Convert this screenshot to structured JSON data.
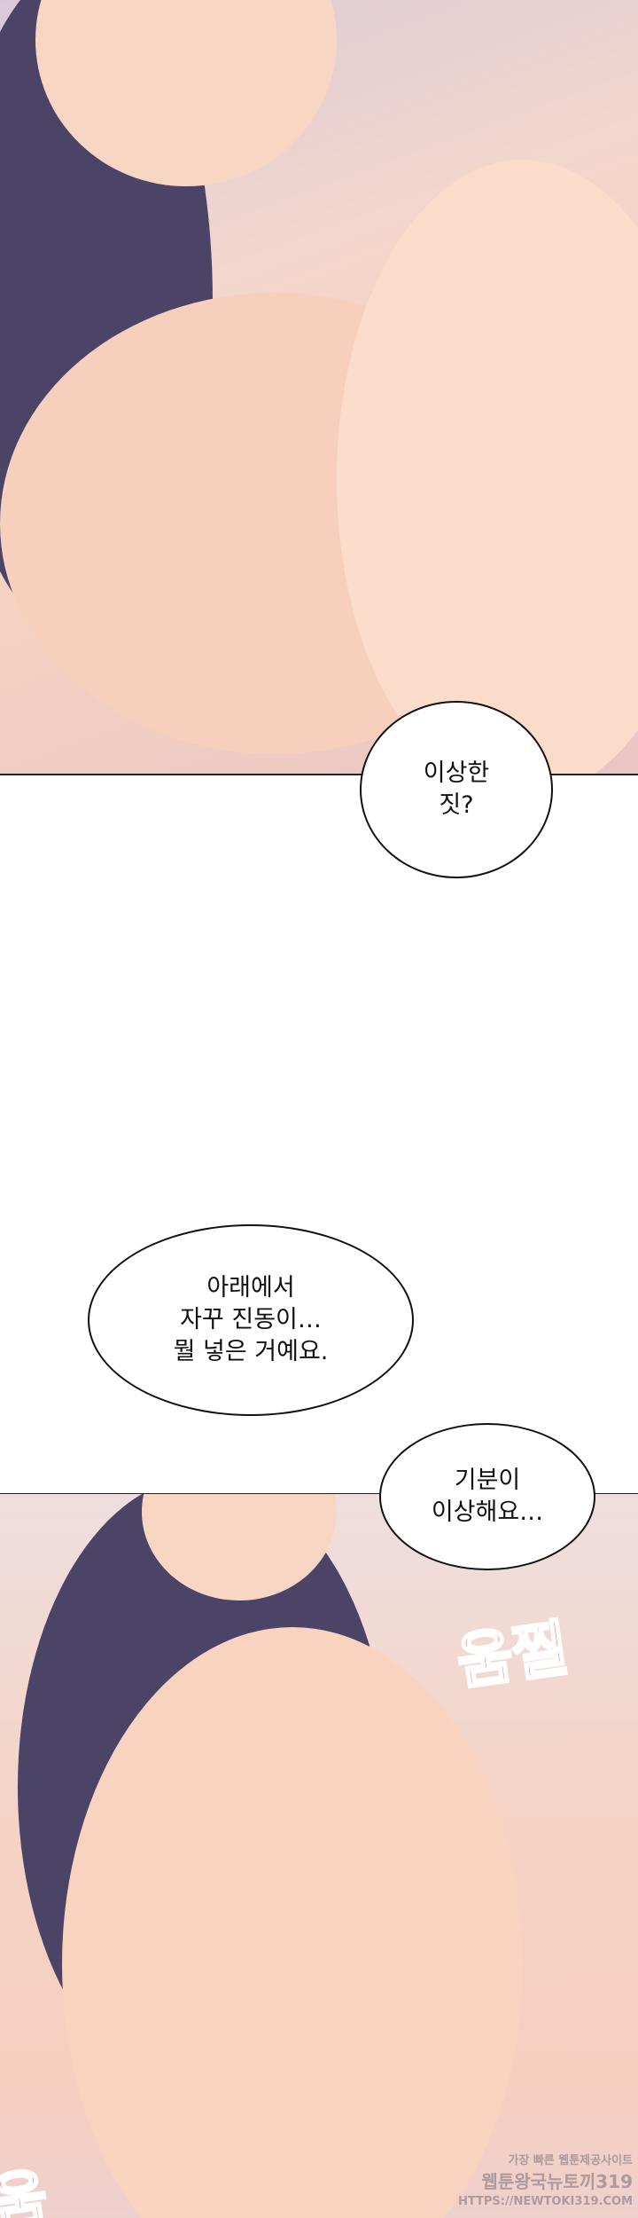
{
  "bubbles": {
    "b1": {
      "lines": [
        "이상한",
        "짓?"
      ]
    },
    "b2": {
      "lines": [
        "아래에서",
        "자꾸 진동이…",
        "뭘 넣은 거예요."
      ]
    },
    "b3": {
      "lines": [
        "기분이",
        "이상해요…"
      ]
    }
  },
  "sfx": {
    "twitch": "움찔",
    "twitch_partial": "움"
  },
  "watermark": {
    "line1": "가장 빠른 웹툰제공사이트",
    "line2": "웹툰왕국뉴토끼319",
    "line3": "HTTPS://NEWTOKI319.COM"
  },
  "colors": {
    "sfx": "#e9503f",
    "hair": "#4c4466",
    "skin": "#f8d6c4"
  }
}
